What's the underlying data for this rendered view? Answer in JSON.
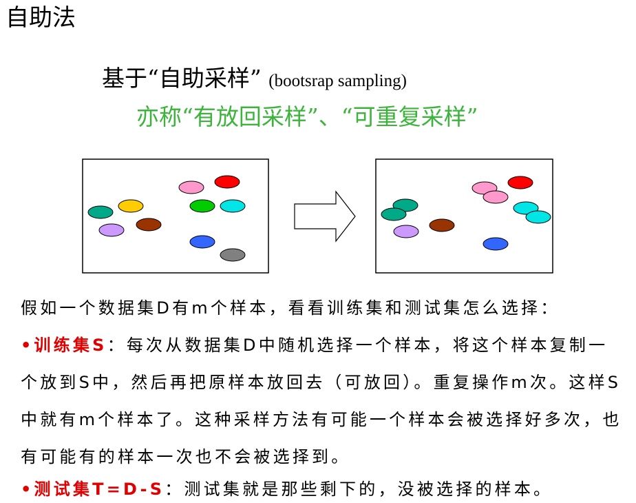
{
  "title": "自助法",
  "line1": {
    "zh": "基于“自助采样”",
    "en": "(bootsrap sampling)"
  },
  "line2": "亦称“有放回采样”、“可重复采样”",
  "diagram": {
    "left_box": {
      "ellipses": [
        {
          "name": "ellipse-red",
          "color": "#ff0000"
        },
        {
          "name": "ellipse-pink",
          "color": "#ff99cc"
        },
        {
          "name": "ellipse-teal",
          "color": "#00aa88"
        },
        {
          "name": "ellipse-yellow",
          "color": "#ffcc00"
        },
        {
          "name": "ellipse-green",
          "color": "#00cc00"
        },
        {
          "name": "ellipse-cyan",
          "color": "#00e5e5"
        },
        {
          "name": "ellipse-lavender",
          "color": "#cc99ff"
        },
        {
          "name": "ellipse-brown",
          "color": "#993300"
        },
        {
          "name": "ellipse-blue",
          "color": "#3366ff"
        },
        {
          "name": "ellipse-gray",
          "color": "#808080"
        }
      ]
    },
    "arrow": "right-arrow-icon",
    "right_box": {
      "ellipses": [
        {
          "name": "ellipse-red",
          "color": "#ff0000"
        },
        {
          "name": "ellipse-pink",
          "color": "#ff99cc"
        },
        {
          "name": "ellipse-pink",
          "color": "#ff99cc"
        },
        {
          "name": "ellipse-teal",
          "color": "#00aa88"
        },
        {
          "name": "ellipse-teal",
          "color": "#00aa88"
        },
        {
          "name": "ellipse-cyan",
          "color": "#00e5e5"
        },
        {
          "name": "ellipse-cyan",
          "color": "#00e5e5"
        },
        {
          "name": "ellipse-lavender",
          "color": "#cc99ff"
        },
        {
          "name": "ellipse-brown",
          "color": "#993300"
        },
        {
          "name": "ellipse-blue",
          "color": "#3366ff"
        }
      ]
    }
  },
  "intro": "假如一个数据集D有m个样本，看看训练集和测试集怎么选择：",
  "train": {
    "bullet": "•",
    "label": "训练集S",
    "text": "：每次从数据集D中随机选择一个样本，将这个样本复制一个放到S中，然后再把原样本放回去（可放回）。重复操作m次。这样S中就有m个样本了。这种采样方法有可能一个样本会被选择好多次，也有可能有的样本一次也不会被选择到。"
  },
  "test": {
    "bullet": "•",
    "label": "测试集T=D-S",
    "text": "：测试集就是那些剩下的，没被选择的样本。"
  },
  "colors": {
    "accent_green": "#3cb43c",
    "label_red": "#e00000"
  }
}
